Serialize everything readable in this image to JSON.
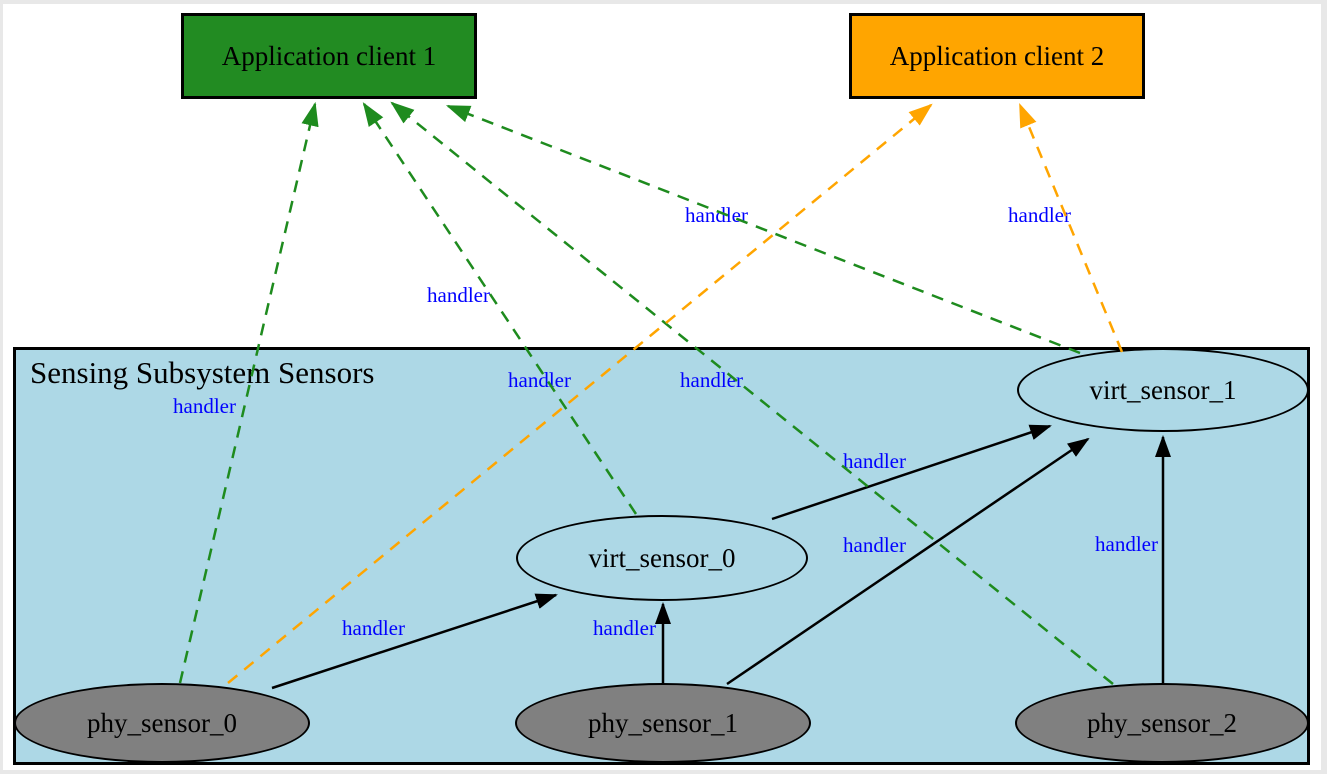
{
  "diagram": {
    "cluster": {
      "label": "Sensing Subsystem Sensors"
    },
    "nodes": {
      "app_client_1": {
        "label": "Application client 1",
        "shape": "box",
        "fill": "#228b22"
      },
      "app_client_2": {
        "label": "Application client 2",
        "shape": "box",
        "fill": "#ffa500"
      },
      "virt_sensor_0": {
        "label": "virt_sensor_0",
        "shape": "ellipse",
        "fill": "#add8e6"
      },
      "virt_sensor_1": {
        "label": "virt_sensor_1",
        "shape": "ellipse",
        "fill": "#add8e6"
      },
      "phy_sensor_0": {
        "label": "phy_sensor_0",
        "shape": "ellipse",
        "fill": "#808080"
      },
      "phy_sensor_1": {
        "label": "phy_sensor_1",
        "shape": "ellipse",
        "fill": "#808080"
      },
      "phy_sensor_2": {
        "label": "phy_sensor_2",
        "shape": "ellipse",
        "fill": "#808080"
      }
    },
    "edges": [
      {
        "from": "phy_sensor_0",
        "to": "virt_sensor_0",
        "label": "handler",
        "style": "solid",
        "color": "#000000"
      },
      {
        "from": "phy_sensor_1",
        "to": "virt_sensor_0",
        "label": "handler",
        "style": "solid",
        "color": "#000000"
      },
      {
        "from": "virt_sensor_0",
        "to": "virt_sensor_1",
        "label": "handler",
        "style": "solid",
        "color": "#000000"
      },
      {
        "from": "phy_sensor_1",
        "to": "virt_sensor_1",
        "label": "handler",
        "style": "solid",
        "color": "#000000"
      },
      {
        "from": "phy_sensor_2",
        "to": "virt_sensor_1",
        "label": "handler",
        "style": "solid",
        "color": "#000000"
      },
      {
        "from": "phy_sensor_0",
        "to": "app_client_1",
        "label": "handler",
        "style": "dashed",
        "color": "#1e8b1e"
      },
      {
        "from": "virt_sensor_0",
        "to": "app_client_1",
        "label": "handler",
        "style": "dashed",
        "color": "#1e8b1e"
      },
      {
        "from": "virt_sensor_1",
        "to": "app_client_1",
        "label": "handler",
        "style": "dashed",
        "color": "#1e8b1e"
      },
      {
        "from": "phy_sensor_2",
        "to": "app_client_1",
        "label": "handler",
        "style": "dashed",
        "color": "#1e8b1e"
      },
      {
        "from": "phy_sensor_0",
        "to": "app_client_2",
        "label": "handler",
        "style": "dashed",
        "color": "#ffa500"
      },
      {
        "from": "virt_sensor_1",
        "to": "app_client_2",
        "label": "handler",
        "style": "dashed",
        "color": "#ffa500"
      }
    ],
    "colors": {
      "edge_label_text": "#0000ff",
      "green_edge": "#1e8b1e",
      "orange_edge": "#ffa500",
      "black_edge": "#000000",
      "cluster_fill": "#add8e6",
      "phy_sensor_fill": "#808080",
      "client1_fill": "#228b22",
      "client2_fill": "#ffa500",
      "background": "#ffffff",
      "frame": "#e8e8e8"
    }
  }
}
